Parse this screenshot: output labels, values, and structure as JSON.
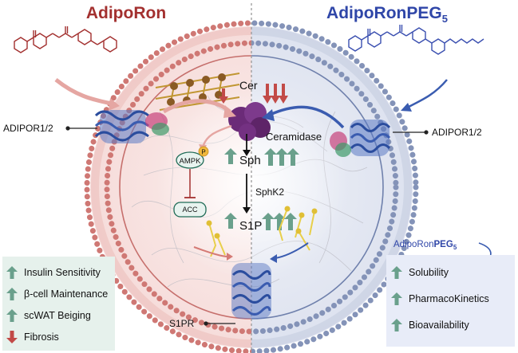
{
  "titles": {
    "left": "AdipoRon",
    "right_main": "AdipoRonPEG",
    "right_sub": "5"
  },
  "receptors": {
    "left_label": "ADIPOR1/2",
    "right_label": "ADIPOR1/2",
    "bottom_label": "S1PR"
  },
  "pathway": {
    "cer": "Cer",
    "ceramidase": "Ceramidase",
    "sph": "Sph",
    "sphk2": "SphK2",
    "s1p": "S1P",
    "ampk": "AMPK",
    "p": "P",
    "acc": "ACC"
  },
  "effects_left": {
    "items": [
      {
        "label": "Insulin Sensitivity",
        "direction": "up"
      },
      {
        "label": "β-cell Maintenance",
        "direction": "up"
      },
      {
        "label": "scWAT Beiging",
        "direction": "up"
      },
      {
        "label": "Fibrosis",
        "direction": "down"
      }
    ]
  },
  "effects_right": {
    "header_main": "AdipoRon",
    "header_bold": "PEG",
    "header_sub": "5",
    "items": [
      {
        "label": "Solubility",
        "direction": "up"
      },
      {
        "label": "PharmacoKinetics",
        "direction": "up"
      },
      {
        "label": "Bioavailability",
        "direction": "up"
      }
    ]
  },
  "colors": {
    "adiporon_red": "#a3302f",
    "peg_blue": "#2f46a8",
    "up_arrow_green": "#6aa08c",
    "down_arrow_red": "#c24a47",
    "membrane_red": "#cf7874",
    "membrane_blue": "#7f8fb8",
    "panel_green": "#e6f1ec",
    "panel_blue": "#e8ecf8"
  }
}
